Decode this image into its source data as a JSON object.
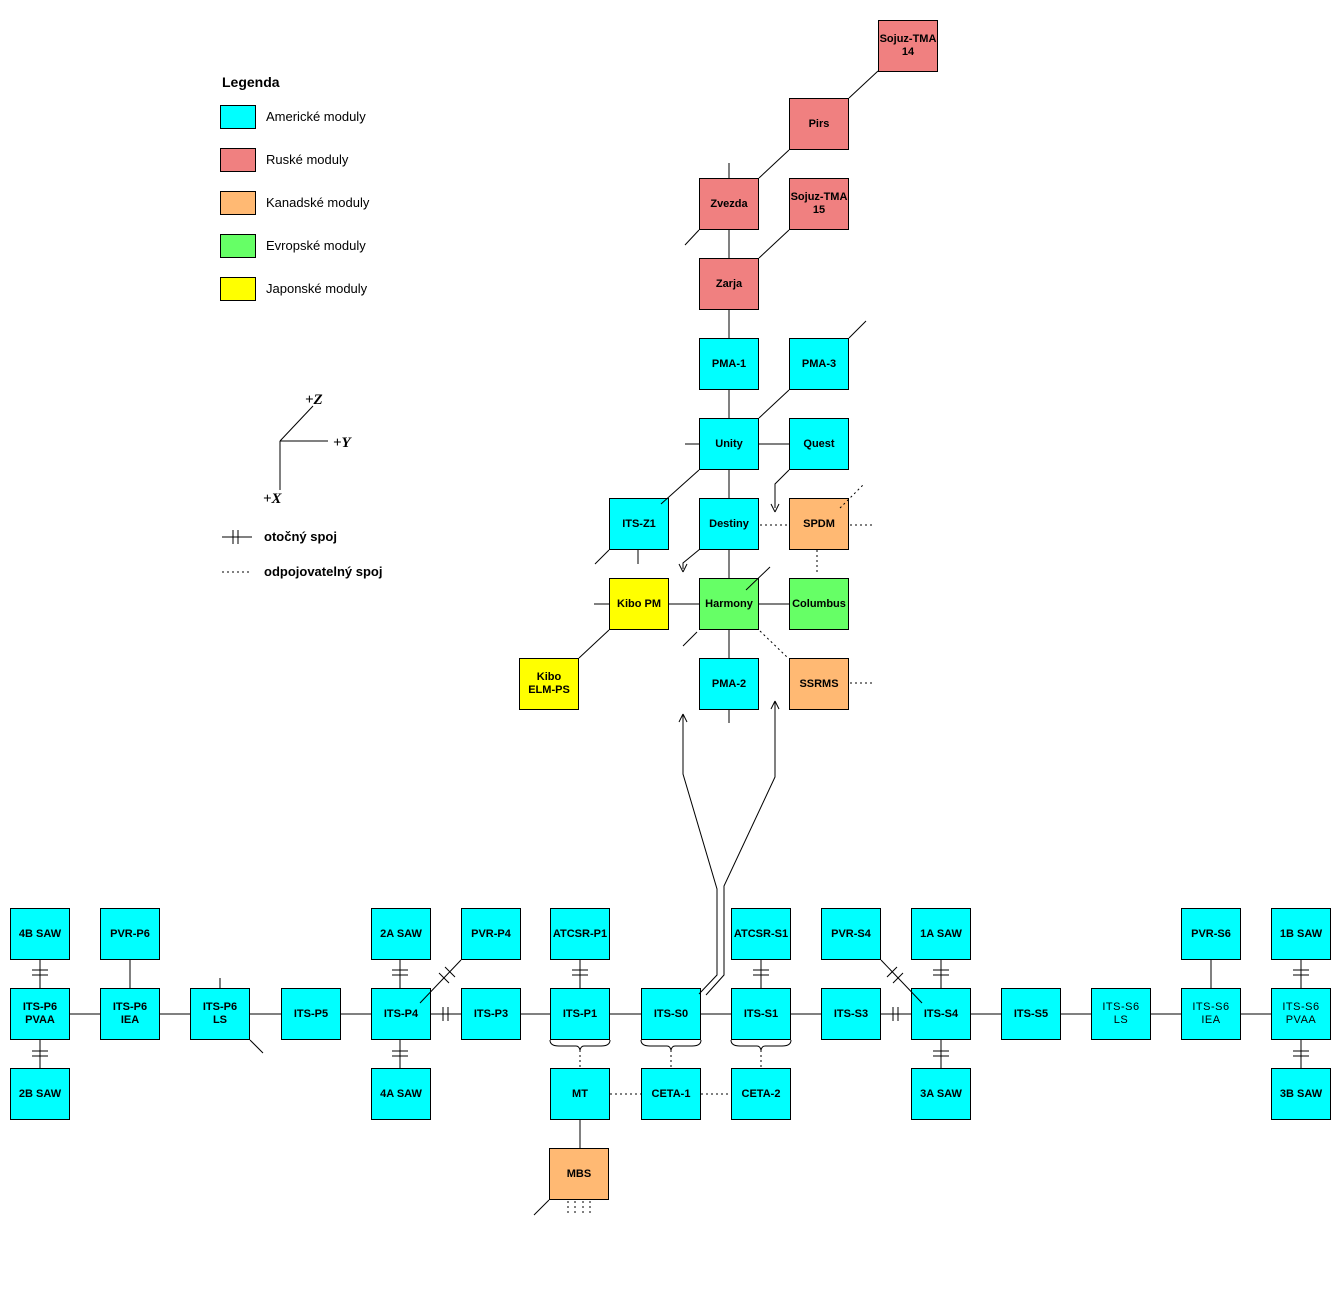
{
  "legend": {
    "title": "Legenda",
    "items": [
      {
        "label": "Americké moduly",
        "color": "#00FFFF"
      },
      {
        "label": "Ruské moduly",
        "color": "#F08080"
      },
      {
        "label": "Kanadské moduly",
        "color": "#FFB973"
      },
      {
        "label": "Evropské moduly",
        "color": "#66FF66"
      },
      {
        "label": "Japonské moduly",
        "color": "#FFFF00"
      }
    ]
  },
  "axis": {
    "z": "+Z",
    "y": "+Y",
    "x": "+X"
  },
  "connector_legend": {
    "rotary": "otočný spoj",
    "detachable": "odpojovatelný spoj"
  },
  "modules": {
    "sojuz_tma_14": "Sojuz-TMA\n14",
    "pirs": "Pirs",
    "zvezda": "Zvezda",
    "sojuz_tma_15": "Sojuz-TMA\n15",
    "zarja": "Zarja",
    "pma_1": "PMA-1",
    "pma_3": "PMA-3",
    "unity": "Unity",
    "quest": "Quest",
    "its_z1": "ITS-Z1",
    "destiny": "Destiny",
    "spdm": "SPDM",
    "kibo_pm": "Kibo PM",
    "harmony": "Harmony",
    "columbus": "Columbus",
    "kibo_elm_ps": "Kibo\nELM-PS",
    "pma_2": "PMA-2",
    "ssrms": "SSRMS",
    "saw_4b": "4B SAW",
    "pvr_p6": "PVR-P6",
    "saw_2a": "2A SAW",
    "pvr_p4": "PVR-P4",
    "atcsr_p1": "ATCSR-P1",
    "atcsr_s1": "ATCSR-S1",
    "pvr_s4": "PVR-S4",
    "saw_1a": "1A SAW",
    "pvr_s6": "PVR-S6",
    "saw_1b": "1B SAW",
    "its_p6_pvaa": "ITS-P6\nPVAA",
    "its_p6_iea": "ITS-P6\nIEA",
    "its_p6_ls": "ITS-P6\nLS",
    "its_p5": "ITS-P5",
    "its_p4": "ITS-P4",
    "its_p3": "ITS-P3",
    "its_p1": "ITS-P1",
    "its_s0": "ITS-S0",
    "its_s1": "ITS-S1",
    "its_s3": "ITS-S3",
    "its_s4": "ITS-S4",
    "its_s5": "ITS-S5",
    "its_s6_ls": "ITS-S6\nLS",
    "its_s6_iea": "ITS-S6\nIEA",
    "its_s6_pvaa": "ITS-S6\nPVAA",
    "saw_2b": "2B SAW",
    "saw_4a": "4A SAW",
    "mt": "MT",
    "ceta_1": "CETA-1",
    "ceta_2": "CETA-2",
    "saw_3a": "3A SAW",
    "saw_3b": "3B SAW",
    "mbs": "MBS"
  }
}
